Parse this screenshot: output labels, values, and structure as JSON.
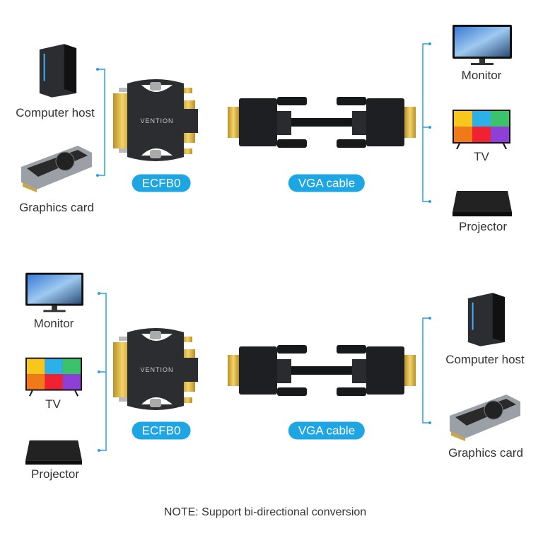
{
  "top": {
    "sources": [
      {
        "label": "Computer host",
        "icon": "computer-tower-icon"
      },
      {
        "label": "Graphics card",
        "icon": "graphics-card-icon"
      }
    ],
    "adapter_label": "ECFB0",
    "cable_label": "VGA cable",
    "displays": [
      {
        "label": "Monitor",
        "icon": "monitor-icon"
      },
      {
        "label": "TV",
        "icon": "tv-icon"
      },
      {
        "label": "Projector",
        "icon": "projector-icon"
      }
    ]
  },
  "bottom": {
    "sources": [
      {
        "label": "Monitor",
        "icon": "monitor-icon"
      },
      {
        "label": "TV",
        "icon": "tv-icon"
      },
      {
        "label": "Projector",
        "icon": "projector-icon"
      }
    ],
    "adapter_label": "ECFB0",
    "cable_label": "VGA cable",
    "displays": [
      {
        "label": "Computer host",
        "icon": "computer-tower-icon"
      },
      {
        "label": "Graphics card",
        "icon": "graphics-card-icon"
      }
    ]
  },
  "adapter_brand": "VENTION",
  "note": "NOTE: Support bi-directional conversion",
  "colors": {
    "accent": "#1ea5e3",
    "bracket": "#2a9fe0"
  }
}
